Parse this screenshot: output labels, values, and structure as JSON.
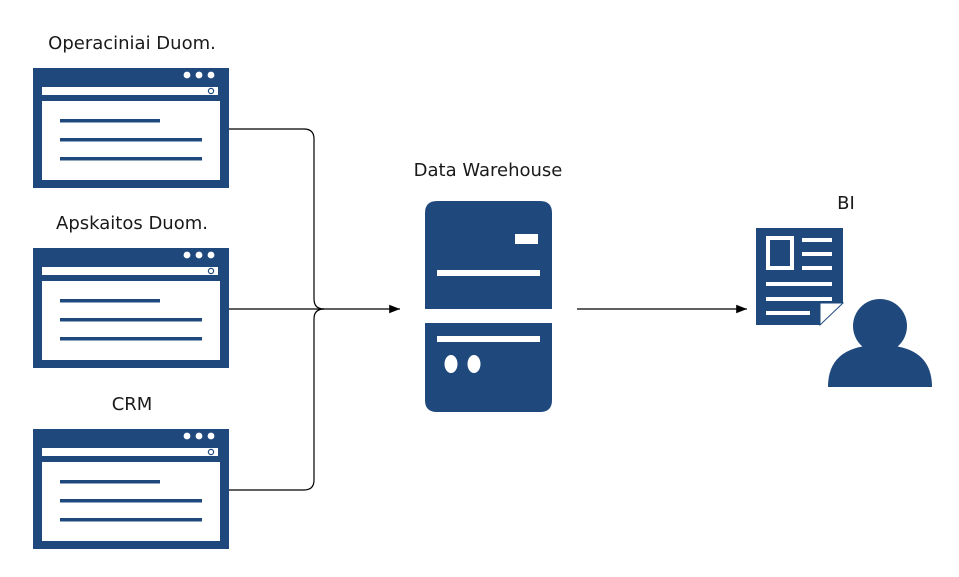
{
  "colors": {
    "primary": "#1f497d",
    "connector": "#000000",
    "background": "#ffffff"
  },
  "sources": [
    {
      "label": "Operaciniai Duom.",
      "icon": "browser-window-icon"
    },
    {
      "label": "Apskaitos Duom.",
      "icon": "browser-window-icon"
    },
    {
      "label": "CRM",
      "icon": "browser-window-icon"
    }
  ],
  "warehouse": {
    "label": "Data Warehouse",
    "icon": "server-icon"
  },
  "bi": {
    "label": "BI",
    "icon": "report-document-icon",
    "user_icon": "user-icon"
  }
}
